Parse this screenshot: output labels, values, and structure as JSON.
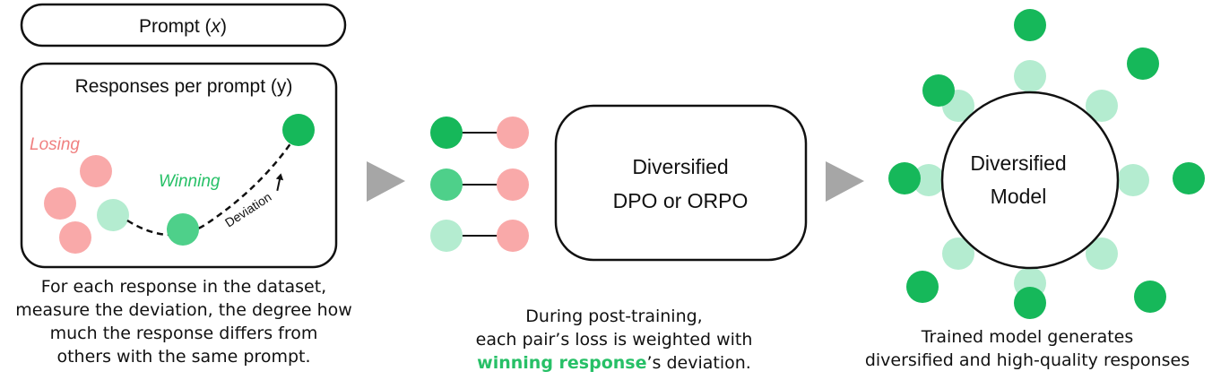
{
  "prompt_box": {
    "prefix": "Prompt (",
    "var": "x",
    "suffix": ")"
  },
  "responses_panel": {
    "title": "Responses per prompt (y)",
    "losing_label": "Losing",
    "winning_label": "Winning",
    "deviation_label": "Deviation"
  },
  "left_caption": [
    "For each response in the dataset,",
    "measure the deviation, the degree how",
    "much the response differs from",
    "others with the same prompt."
  ],
  "method_box": {
    "line1": "Diversified",
    "line2": "DPO or ORPO"
  },
  "middle_caption": {
    "line1": "During post-training,",
    "line2": "each pair’s loss is weighted with",
    "line3_bold": "winning response",
    "line3_rest": "’s deviation."
  },
  "model_circle": {
    "line1": "Diversified",
    "line2": "Model"
  },
  "right_caption": [
    "Trained model generates",
    "diversified and high-quality responses"
  ],
  "colors": {
    "green_dark": "#16b85a",
    "green_mid": "#4ed08a",
    "green_light": "#b4ecd0",
    "pink": "#f9a9a9",
    "losing_text": "#f08080",
    "winning_text": "#27c067",
    "arrow_gray": "#a6a6a6"
  }
}
